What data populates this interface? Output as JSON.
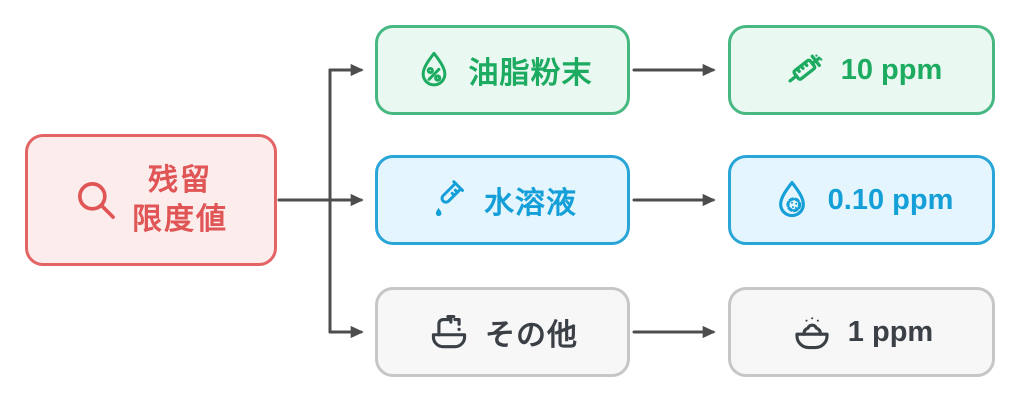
{
  "diagram": {
    "root": {
      "label_line1": "残留",
      "label_line2": "限度値",
      "icon": "magnifier-icon"
    },
    "branches": [
      {
        "label": "油脂粉末",
        "value": "10 ppm",
        "category_icon": "droplet-percent-icon",
        "value_icon": "syringe-icon",
        "accent_color": "#1cab60",
        "border_color": "#47b882",
        "background_color": "#e9f8f0"
      },
      {
        "label": "水溶液",
        "value": "0.10 ppm",
        "category_icon": "test-tube-icon",
        "value_icon": "droplet-dots-icon",
        "accent_color": "#149fd8",
        "border_color": "#2aa5d8",
        "background_color": "#e4f5fd"
      },
      {
        "label": "その他",
        "value": "1 ppm",
        "category_icon": "sink-faucet-icon",
        "value_icon": "powder-bowl-icon",
        "accent_color": "#3b4046",
        "border_color": "#c6c6c6",
        "background_color": "#f7f7f8"
      }
    ],
    "root_colors": {
      "accent_color": "#e05555",
      "border_color": "#e36464",
      "background_color": "#fdecec"
    },
    "arrow_color": "#4d4d4d"
  }
}
